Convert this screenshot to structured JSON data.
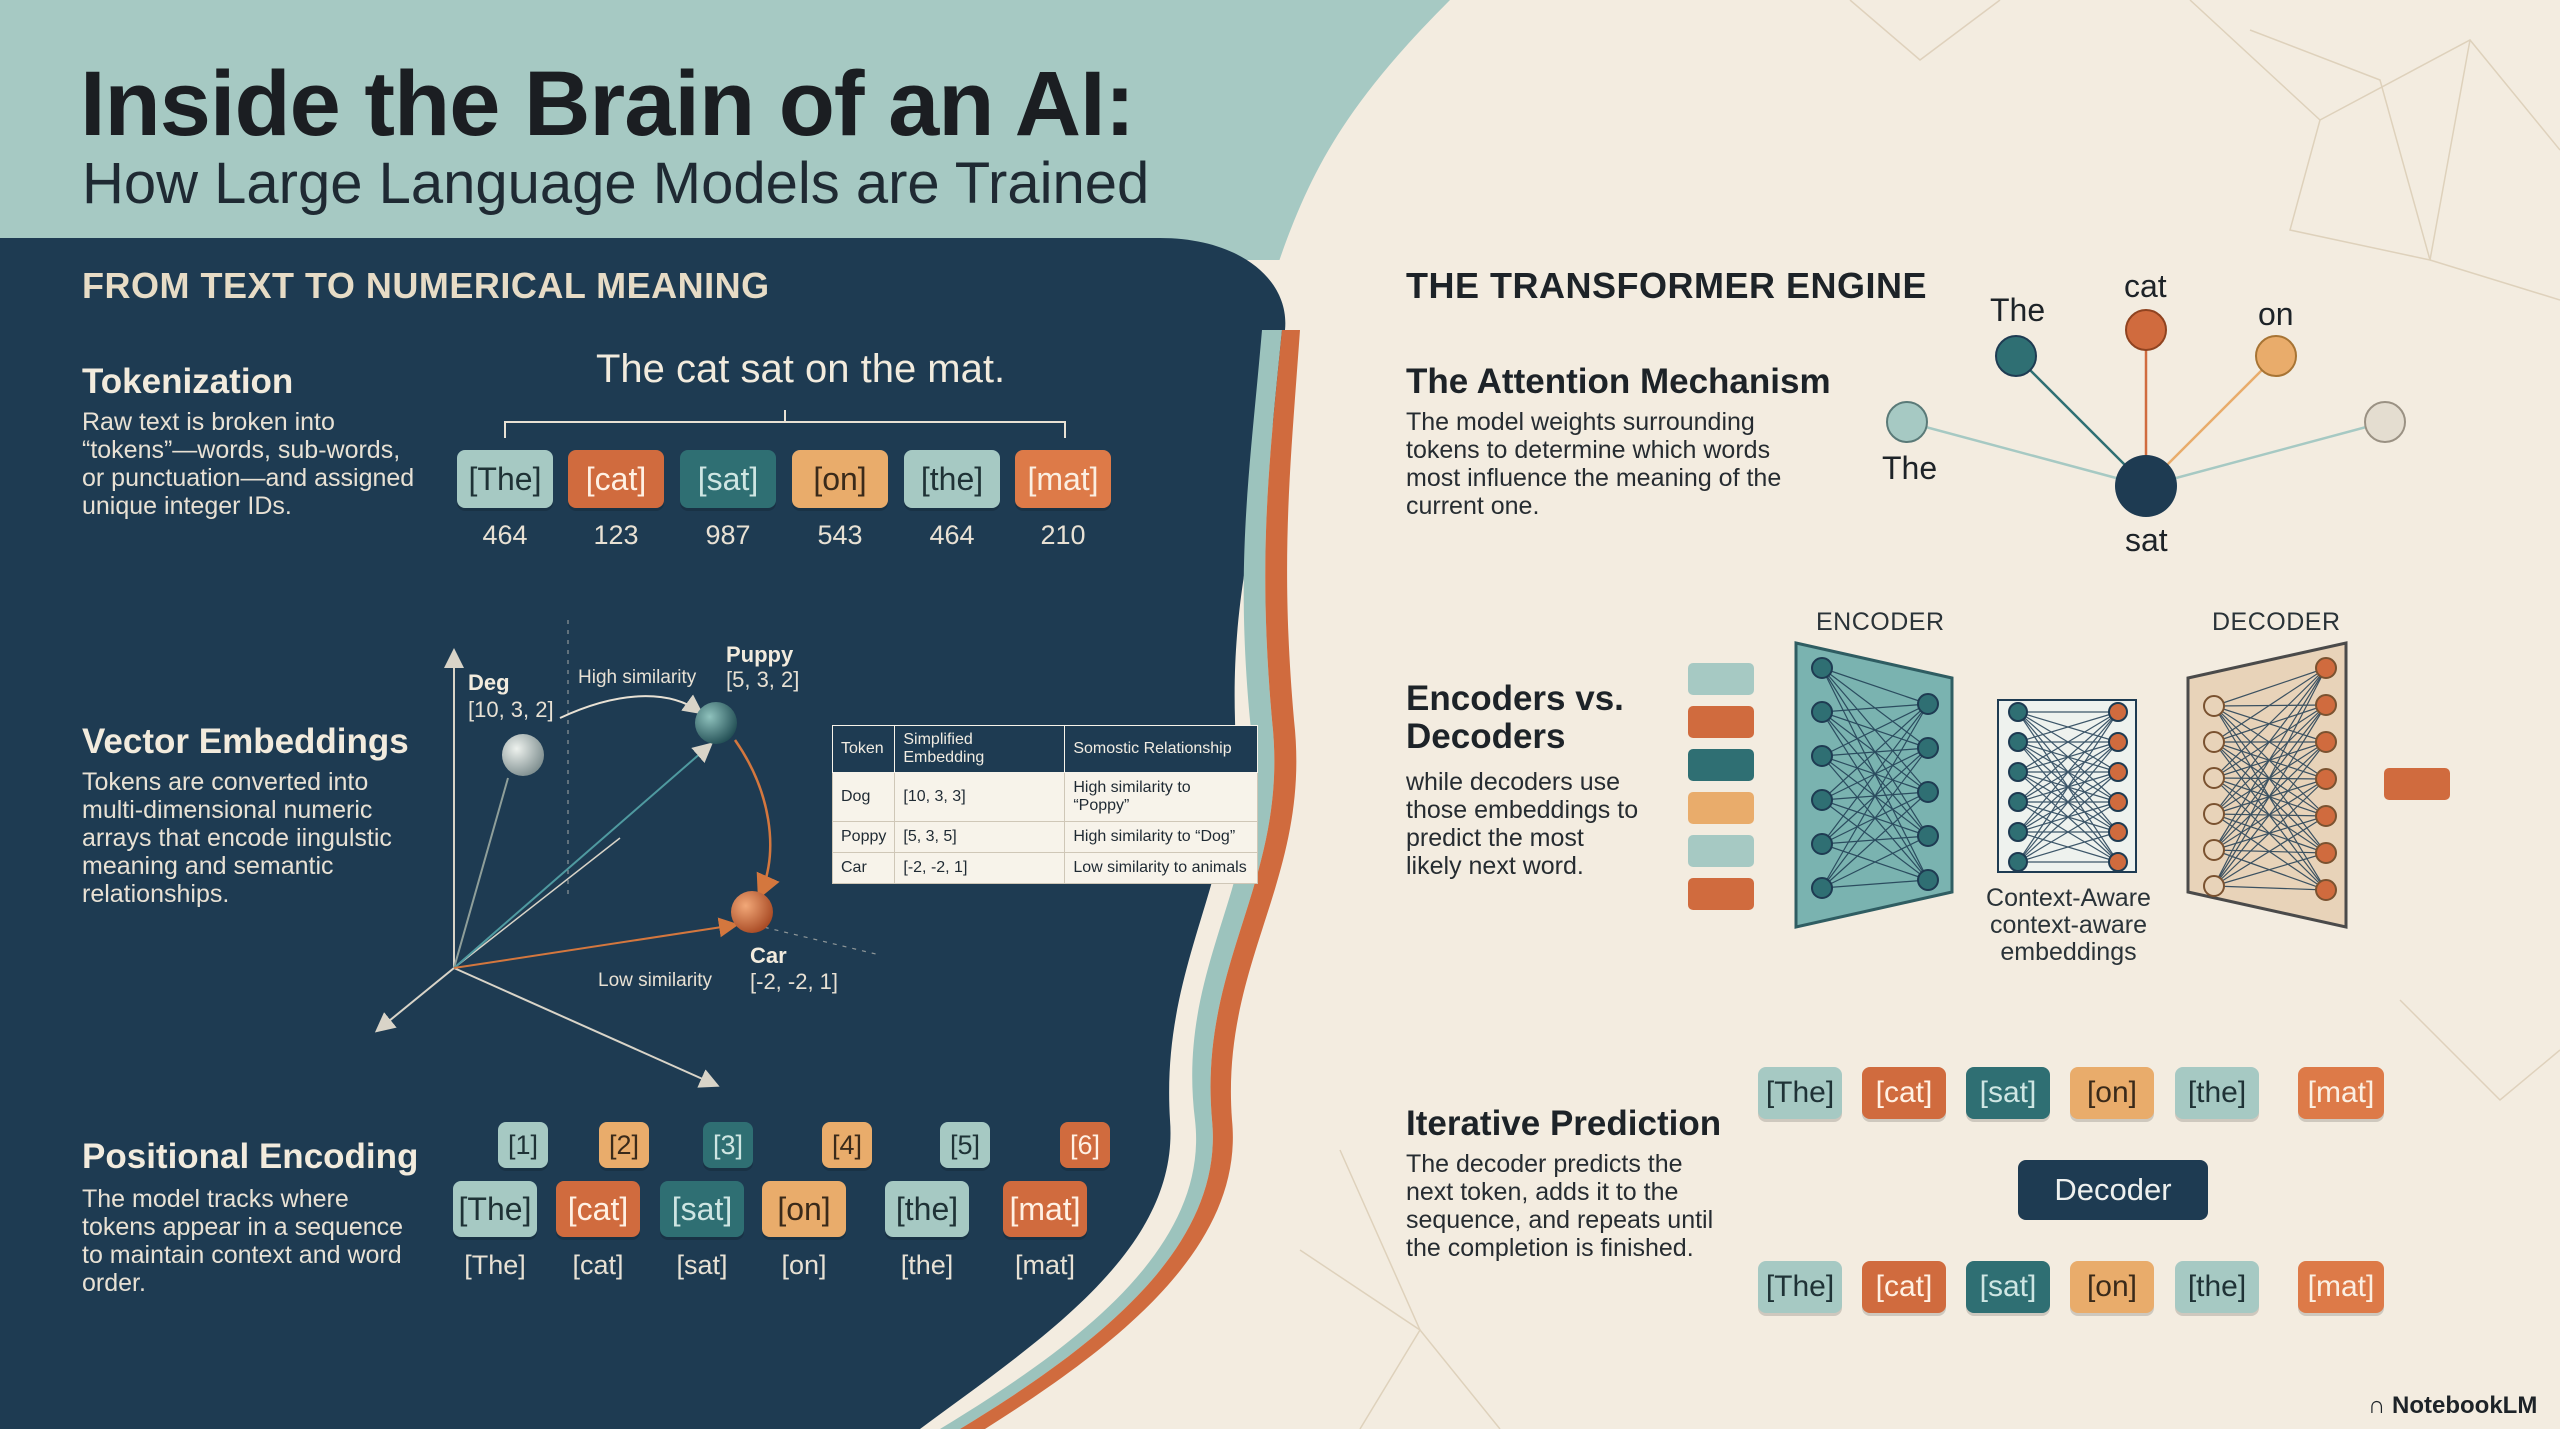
{
  "title": "Inside the Brain of an AI:",
  "subtitle": "How Large Language Models are Trained",
  "left_section": {
    "heading": "FROM TEXT TO NUMERICAL MEANING",
    "tokenization": {
      "title": "Tokenization",
      "body": "Raw text is broken into “tokens”—words, sub-words, or punctuation—and assigned unique integer IDs.",
      "sentence": "The cat sat on the mat.",
      "tokens": [
        "[The]",
        "[cat]",
        "[sat]",
        "[on]",
        "[the]",
        "[mat]"
      ],
      "ids": [
        "464",
        "123",
        "987",
        "543",
        "464",
        "210"
      ]
    },
    "embeddings": {
      "title": "Vector Embeddings",
      "body": "Tokens are converted into multi-dimensional numeric arrays that encode iingulstic meaning and semantic relationships.",
      "dog_label": "Deg",
      "dog_vec": "[10, 3, 2]",
      "puppy_label": "Puppy",
      "puppy_vec": "[5, 3, 2]",
      "car_label": "Car",
      "car_vec": "[-2, -2, 1]",
      "high_sim": "High similarity",
      "low_sim": "Low similarity",
      "table": {
        "headers": [
          "Token",
          "Simplified Embedding",
          "Somostic Relationship"
        ],
        "rows": [
          [
            "Dog",
            "[10, 3, 3]",
            "High similarity to “Poppy”"
          ],
          [
            "Poppy",
            "[5, 3, 5]",
            "High similarity to “Dog”"
          ],
          [
            "Car",
            "[-2, -2, 1]",
            "Low similarity to animals"
          ]
        ]
      }
    },
    "positional": {
      "title": "Positional Encoding",
      "body": "The model tracks where tokens appear in a sequence to maintain context and word order.",
      "positions": [
        "[1]",
        "[2]",
        "[3]",
        "[4]",
        "[5]",
        "[6]"
      ],
      "tokens": [
        "[The]",
        "[cat]",
        "[sat]",
        "[on]",
        "[the]",
        "[mat]"
      ],
      "labels": [
        "[The]",
        "[cat]",
        "[sat]",
        "[on]",
        "[the]",
        "[mat]"
      ]
    }
  },
  "right_section": {
    "heading": "THE TRANSFORMER ENGINE",
    "attention": {
      "title": "The Attention Mechanism",
      "body": "The model weights surrounding tokens to determine which words most influence the meaning of the current one.",
      "words": {
        "the_top": "The",
        "cat": "cat",
        "on": "on",
        "the_left": "The",
        "sat": "sat"
      }
    },
    "encdec": {
      "title": "Encoders vs. Decoders",
      "body": "while decoders use those embeddings to predict the most likely next word.",
      "encoder_label": "ENCODER",
      "decoder_label": "DECODER",
      "middle_caption": "Context-Aware context-aware embeddings"
    },
    "iterative": {
      "title": "Iterative Prediction",
      "body": "The decoder predicts the next token, adds it to the sequence, and repeats until the completion is finished.",
      "top_tokens": [
        "[The]",
        "[cat]",
        "[sat]",
        "[on]",
        "[the]",
        "[mat]"
      ],
      "decoder": "Decoder",
      "bottom_tokens": [
        "[The]",
        "[cat]",
        "[sat]",
        "[on]",
        "[the]",
        "[mat]"
      ]
    }
  },
  "branding": "NotebookLM",
  "colors": {
    "navy": "#1e3b52",
    "mint": "#a6c9c3",
    "cream": "#f3ece0",
    "orange": "#d06b3e",
    "teal": "#2f6f73",
    "yellow": "#e9ac6b"
  }
}
